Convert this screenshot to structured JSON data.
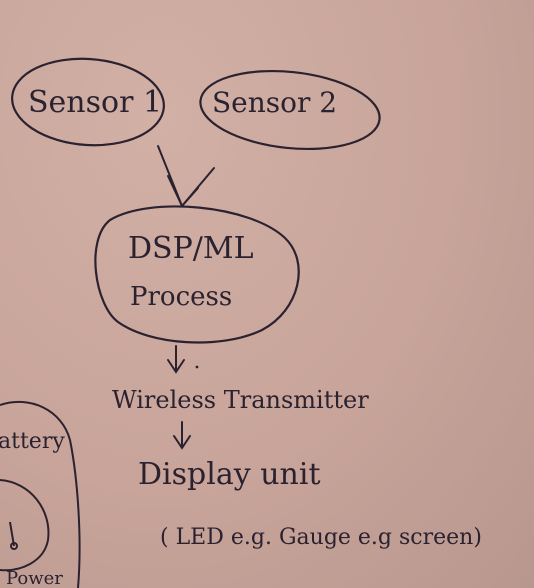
{
  "nodes": {
    "sensor1": "Sensor 1",
    "sensor2": "Sensor 2",
    "dsp_line1": "DSP/ML",
    "dsp_line2": "Process",
    "transmitter": "Wireless Transmitter",
    "display": "Display unit",
    "display_note": "( LED e.g. Gauge e.g screen)",
    "battery_fragment": "attery",
    "bottom_fragment": "Power"
  },
  "colors": {
    "paper": "#c8a49a",
    "ink": "#2b2230"
  }
}
